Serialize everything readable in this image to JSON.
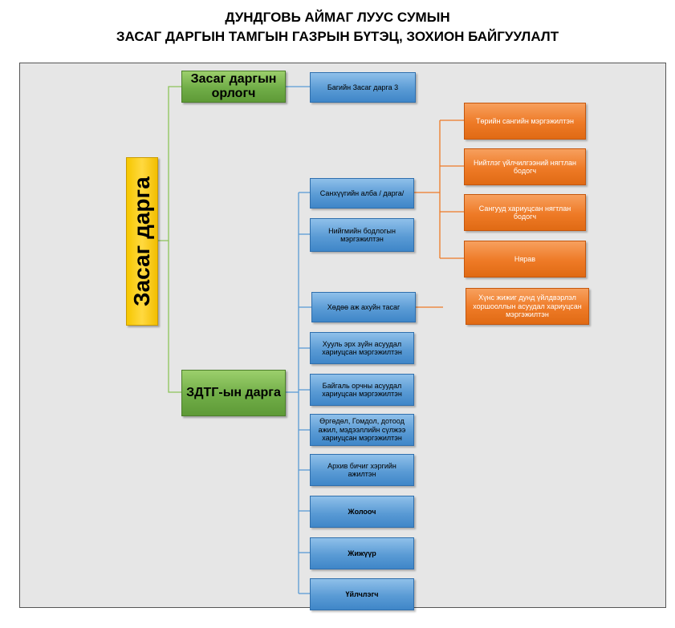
{
  "header": {
    "title_line1": "ДУНДГОВЬ АЙМАГ ЛУУС СУМЫН",
    "title_line2": "ЗАСАГ ДАРГЫН ТАМГЫН ГАЗРЫН БҮТЭЦ, ЗОХИОН БАЙГУУЛАЛТ"
  },
  "chart": {
    "root": "Засаг дарга",
    "deputy": "Засаг даргын орлогч",
    "office_head": "ЗДТГ-ын дарга",
    "deputy_children": [
      "Багийн Засаг дарга 3"
    ],
    "office_children": [
      "Санхүүгийн алба / дарга/",
      "Нийгмийн бодлогын мэргэжилтэн",
      "Хөдөө аж ахуйн тасаг",
      "Хууль эрх зүйн асуудал хариуцсан мэргэжилтэн",
      "Байгаль орчны асуудал хариуцсан мэргэжилтэн",
      "Өргөдөл, Гомдол, дотоод ажил, мэдээллийн сүлжээ хариуцсан мэргэжилтэн",
      "Архив бичиг хэргийн ажилтэн",
      "Жолооч",
      "Жижүүр",
      "Үйлчлэгч"
    ],
    "finance_children": [
      "Төрийн сангийн мэргэжилтэн",
      "Нийтлэг үйлчилгээний нягтлан бодогч",
      "Сангууд хариуцсан нягтлан бодогч",
      "Нярав"
    ],
    "agri_children": [
      "Хүнс жижиг дунд үйлдвэрлэл хоршооллын асуудал хариуцсан мэргэжилтэн"
    ]
  },
  "colors": {
    "background": "#e6e6e6",
    "root": "#ffd940",
    "green": "#70ad47",
    "blue": "#5a9bd5",
    "orange": "#ee7a26",
    "green_line": "#8dc45a",
    "blue_line": "#5a9bd5",
    "orange_line": "#ee7a26"
  }
}
